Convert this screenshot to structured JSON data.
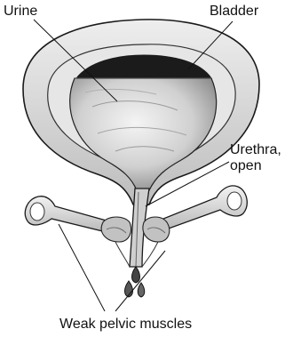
{
  "labels": {
    "urine": "Urine",
    "bladder": "Bladder",
    "urethra_open": "Urethra, open",
    "weak_pelvic_muscles": "Weak pelvic muscles"
  },
  "colors": {
    "ink": "#1a1a1a",
    "shading": "#9a9a9a",
    "paper": "#ffffff"
  }
}
